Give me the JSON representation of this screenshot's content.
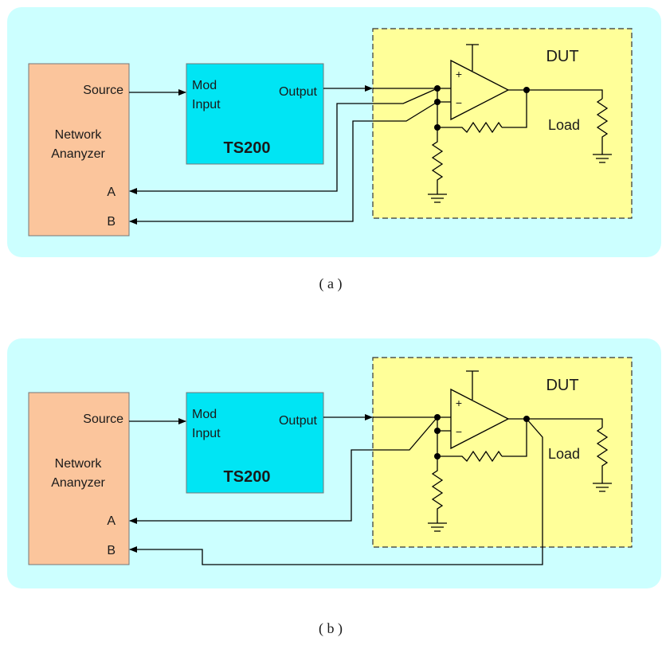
{
  "colors": {
    "panel_bg": "#ccffff",
    "analyzer_fill": "#fbc59c",
    "ts200_fill": "#00e5f4",
    "dut_fill": "#ffff99"
  },
  "diagrams": [
    {
      "caption": "( a )",
      "analyzer": {
        "source": "Source",
        "title_line1": "Network",
        "title_line2": "Ananyzer",
        "port_a": "A",
        "port_b": "B"
      },
      "ts200": {
        "mod_line1": "Mod",
        "mod_line2": "Input",
        "output": "Output",
        "name": "TS200"
      },
      "dut": {
        "label": "DUT",
        "load": "Load",
        "plus": "+",
        "minus": "−"
      }
    },
    {
      "caption": "( b )",
      "analyzer": {
        "source": "Source",
        "title_line1": "Network",
        "title_line2": "Ananyzer",
        "port_a": "A",
        "port_b": "B"
      },
      "ts200": {
        "mod_line1": "Mod",
        "mod_line2": "Input",
        "output": "Output",
        "name": "TS200"
      },
      "dut": {
        "label": "DUT",
        "load": "Load",
        "plus": "+",
        "minus": "−"
      }
    }
  ]
}
